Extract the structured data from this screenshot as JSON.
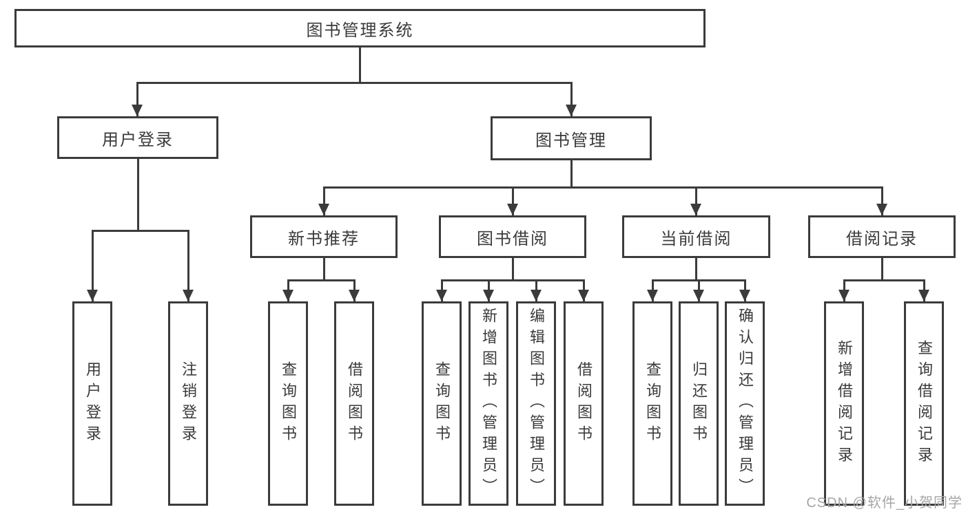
{
  "diagram": {
    "root": {
      "label": "图书管理系统"
    },
    "branches": [
      {
        "label": "用户登录",
        "children": [
          {
            "label": "用户登录"
          },
          {
            "label": "注销登录"
          }
        ]
      },
      {
        "label": "图书管理",
        "children": [
          {
            "label": "新书推荐",
            "children": [
              {
                "label": "查询图书"
              },
              {
                "label": "借阅图书"
              }
            ]
          },
          {
            "label": "图书借阅",
            "children": [
              {
                "label": "查询图书"
              },
              {
                "label": "新增图书（管理员）"
              },
              {
                "label": "编辑图书（管理员）"
              },
              {
                "label": "借阅图书"
              }
            ]
          },
          {
            "label": "当前借阅",
            "children": [
              {
                "label": "查询图书"
              },
              {
                "label": "归还图书"
              },
              {
                "label": "确认归还（管理员）"
              }
            ]
          },
          {
            "label": "借阅记录",
            "children": [
              {
                "label": "新增借阅记录"
              },
              {
                "label": "查询借阅记录"
              }
            ]
          }
        ]
      }
    ],
    "watermark": "CSDN @软件_小贺同学",
    "colors": {
      "line": "#3b3b3b",
      "text": "#3a3a3a",
      "watermark": "#a6a6a6"
    }
  }
}
